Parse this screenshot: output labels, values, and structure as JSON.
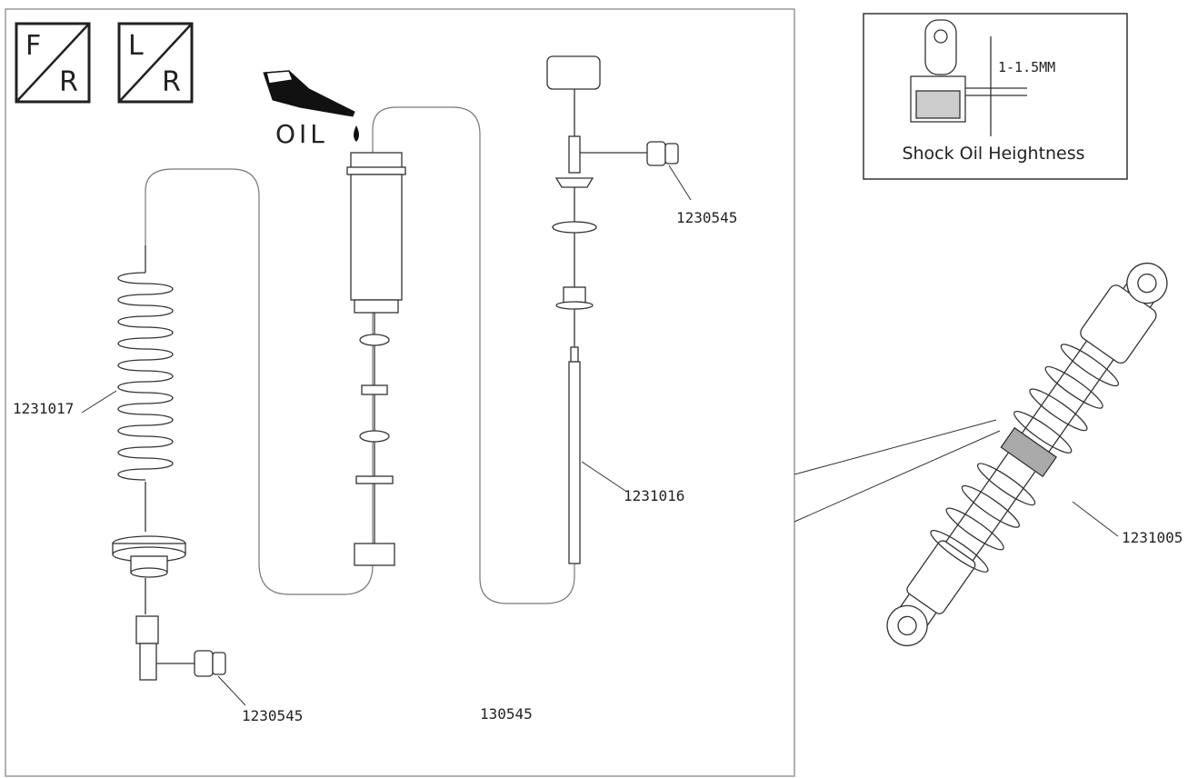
{
  "badges": [
    {
      "top": "F",
      "bottom": "R"
    },
    {
      "top": "L",
      "bottom": "R"
    }
  ],
  "oil_label": "OIL",
  "inset": {
    "measurement": "1-1.5MM",
    "caption": "Shock Oil Heightness"
  },
  "part_labels": {
    "spring": "1231017",
    "ball_end_bottom": "1230545",
    "ball_end_top": "1230545",
    "shaft": "1231016",
    "assembly": "1231005",
    "center_number": "130545"
  }
}
